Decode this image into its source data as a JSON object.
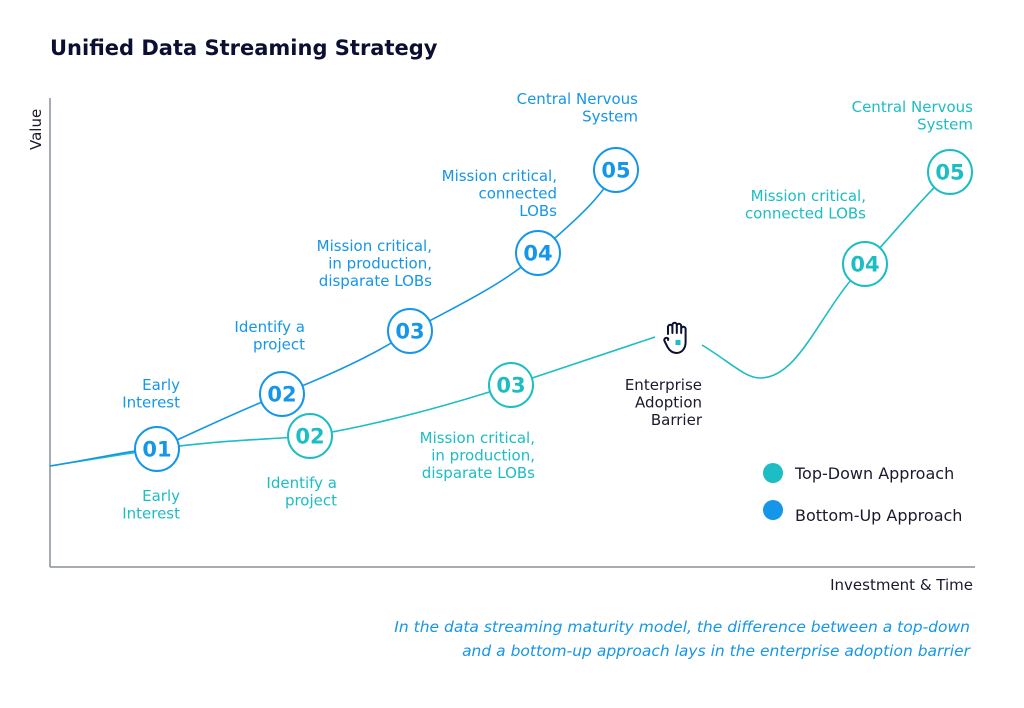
{
  "title": "Unified Data Streaming Strategy",
  "axes": {
    "y_label": "Value",
    "x_label": "Investment & Time"
  },
  "colors": {
    "top_down": "#1cbdc4",
    "bottom_up": "#1696e8",
    "title": "#0b1033",
    "axis": "#8a8f99"
  },
  "bottom_up": {
    "legend": "Bottom-Up Approach",
    "steps": [
      {
        "num": "01",
        "label": [
          "Early",
          "Interest"
        ]
      },
      {
        "num": "02",
        "label": [
          "Identify a",
          "project"
        ]
      },
      {
        "num": "03",
        "label": [
          "Mission critical,",
          "in production,",
          "disparate LOBs"
        ]
      },
      {
        "num": "04",
        "label": [
          "Mission critical,",
          "connected",
          "LOBs"
        ]
      },
      {
        "num": "05",
        "label": [
          "Central Nervous",
          "System"
        ]
      }
    ]
  },
  "top_down": {
    "legend": "Top-Down Approach",
    "steps": [
      {
        "num": "01",
        "label": [
          "Early",
          "Interest"
        ]
      },
      {
        "num": "02",
        "label": [
          "Identify a",
          "project"
        ]
      },
      {
        "num": "03",
        "label": [
          "Mission critical,",
          "in production,",
          "disparate LOBs"
        ]
      },
      {
        "num": "04",
        "label": [
          "Mission critical,",
          "connected LOBs"
        ]
      },
      {
        "num": "05",
        "label": [
          "Central Nervous",
          "System"
        ]
      }
    ]
  },
  "barrier": {
    "icon": "hand-stop-icon",
    "label": [
      "Enterprise",
      "Adoption",
      "Barrier"
    ]
  },
  "caption": [
    "In the data streaming maturity model, the difference between a top-down",
    "and a bottom-up approach lays in the enterprise adoption barrier"
  ]
}
